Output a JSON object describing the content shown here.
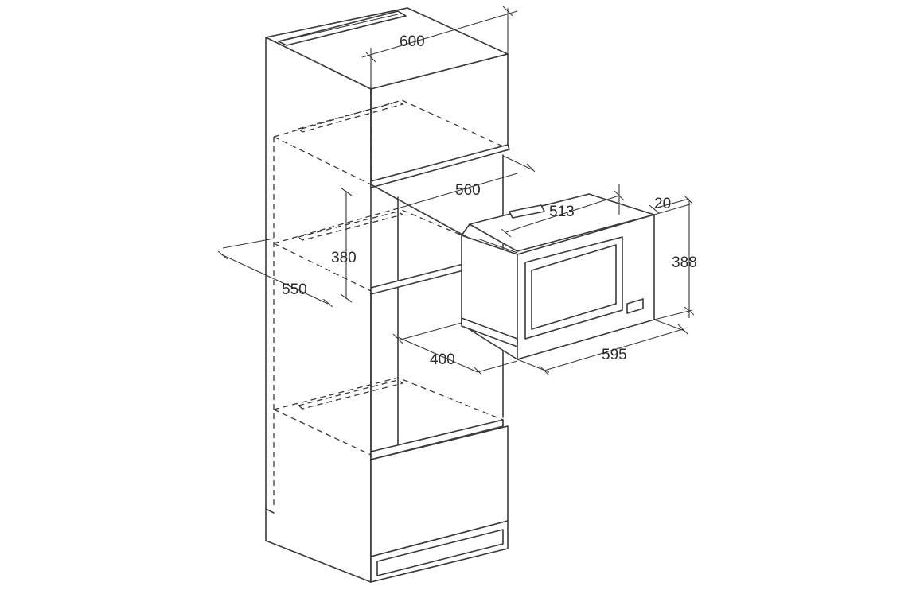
{
  "diagram": {
    "dimensions": {
      "cabinet_width": "600",
      "inner_depth": "560",
      "cabinet_depth": "550",
      "niche_height": "380",
      "inner_height_offset": "400",
      "appliance_depth": "513",
      "front_thickness": "20",
      "appliance_height": "388",
      "appliance_width": "595"
    }
  }
}
